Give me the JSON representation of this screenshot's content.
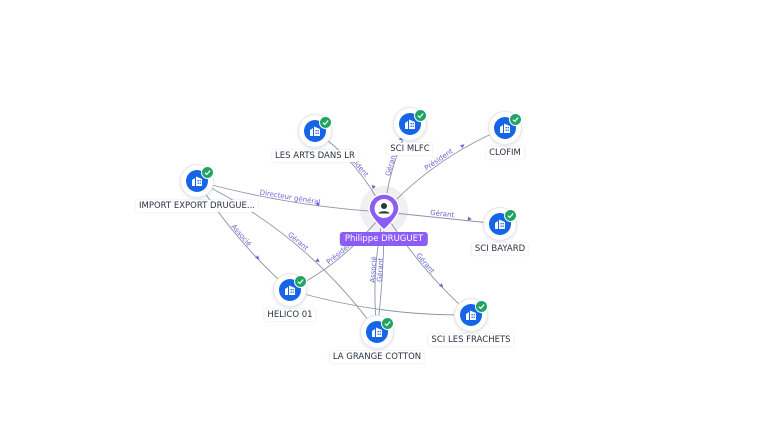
{
  "center": {
    "label": "Philippe DRUGUET",
    "icon": "person-icon",
    "color": "#8b5cf6"
  },
  "companies": [
    {
      "id": "les-arts",
      "label": "LES ARTS DANS LR",
      "icon": "company-icon",
      "verified": true
    },
    {
      "id": "sci-mlfc",
      "label": "SCI MLFC",
      "icon": "company-icon",
      "verified": true
    },
    {
      "id": "clofim",
      "label": "CLOFIM",
      "icon": "company-icon",
      "verified": true
    },
    {
      "id": "import-export",
      "label": "IMPORT EXPORT DRUGUE...",
      "icon": "company-icon",
      "verified": true
    },
    {
      "id": "sci-bayard",
      "label": "SCI BAYARD",
      "icon": "company-icon",
      "verified": true
    },
    {
      "id": "helico",
      "label": "HELICO 01",
      "icon": "company-icon",
      "verified": true
    },
    {
      "id": "sci-frachets",
      "label": "SCI LES FRACHETS",
      "icon": "company-icon",
      "verified": true
    },
    {
      "id": "grange",
      "label": "LA GRANGE COTTON",
      "icon": "company-icon",
      "verified": true
    }
  ],
  "relations": [
    {
      "to": "les-arts",
      "label": "Président"
    },
    {
      "to": "sci-mlfc",
      "label": "Gérant"
    },
    {
      "to": "clofim",
      "label": "Président"
    },
    {
      "to": "import-export",
      "label": "Directeur général"
    },
    {
      "to": "sci-bayard",
      "label": "Gérant"
    },
    {
      "to": "helico",
      "label": "Président"
    },
    {
      "to": "sci-frachets",
      "label": "Gérant"
    },
    {
      "to": "grange",
      "label": "Gérant"
    },
    {
      "to": "grange",
      "label": "Associé"
    },
    {
      "from": "import-export",
      "to": "helico",
      "label": "Associé"
    },
    {
      "from": "import-export",
      "to": "grange",
      "label": "Gérant"
    },
    {
      "from": "helico",
      "to": "sci-frachets",
      "label": ""
    }
  ],
  "colors": {
    "company": "#1565e6",
    "verified": "#1fa463",
    "edge": "#8a93a6",
    "edge_label": "#6b63d6"
  }
}
